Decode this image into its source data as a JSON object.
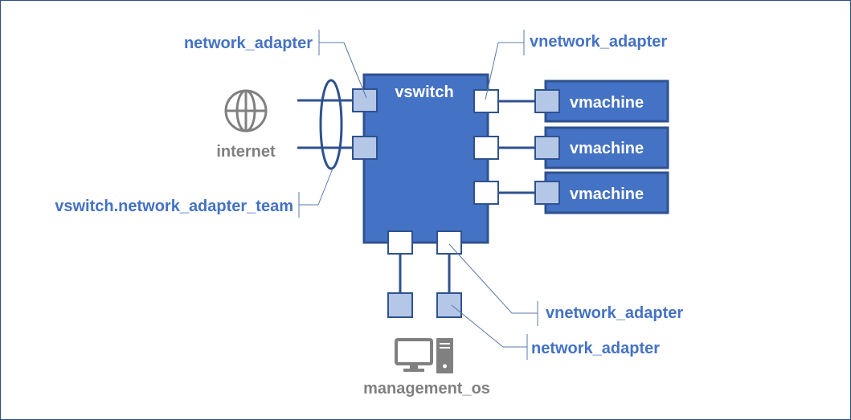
{
  "colors": {
    "border": "#2f4f7f",
    "vswitch_fill": "#4472c4",
    "vswitch_stroke": "#2f528f",
    "adapter_fill": "#b4c7e7",
    "vport_fill": "#ffffff",
    "label_blue": "#4472c4",
    "gray": "#808080",
    "leader_line": "#5a78a8"
  },
  "icons": {
    "internet": "globe-icon",
    "management_os": "desktop-computer-icon"
  },
  "labels": {
    "vswitch": "vswitch",
    "internet": "internet",
    "management_os": "management_os",
    "network_adapter_top": "network_adapter",
    "vnetwork_adapter_top": "vnetwork_adapter",
    "adapter_team": "vswitch.network_adapter_team",
    "vnetwork_adapter_bottom": "vnetwork_adapter",
    "network_adapter_bottom": "network_adapter",
    "vmachines": [
      "vmachine",
      "vmachine",
      "vmachine"
    ]
  }
}
